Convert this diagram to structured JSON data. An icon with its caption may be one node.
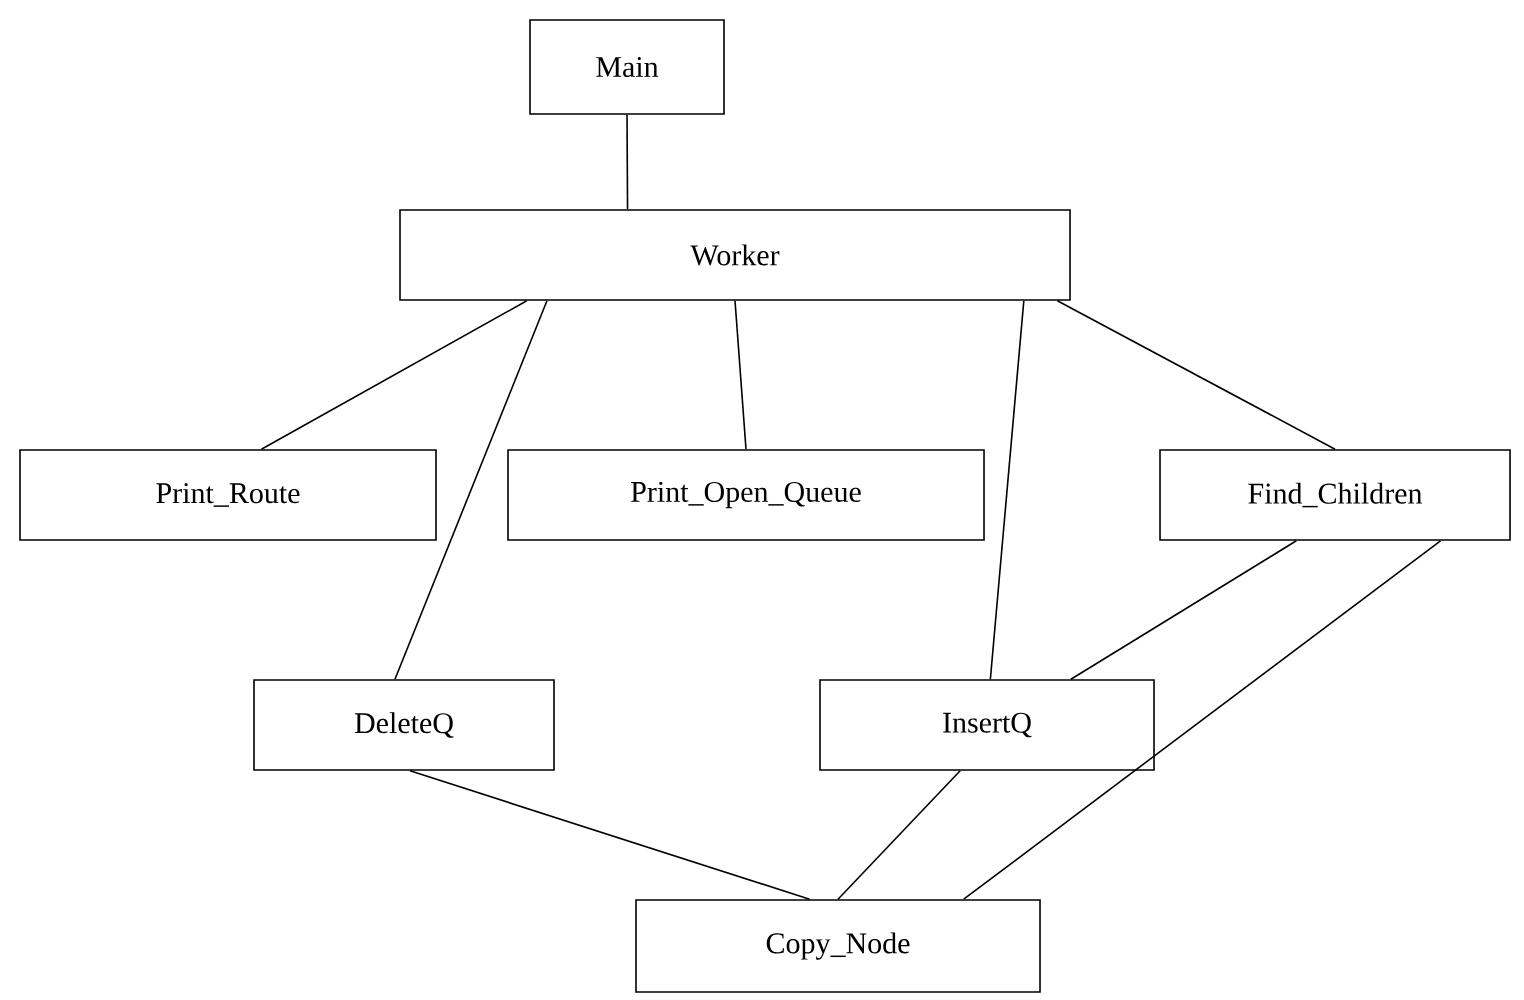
{
  "diagram": {
    "nodes": [
      {
        "text": [
          "Main"
        ]
      },
      {
        "text": [
          "Worker"
        ]
      },
      {
        "text": [
          "Print_Route"
        ]
      },
      {
        "text": [
          "Print_Open_Queue"
        ]
      },
      {
        "text": [
          "Find_Children"
        ]
      },
      {
        "text": [
          "DeleteQ"
        ]
      },
      {
        "text": [
          "InsertQ"
        ]
      },
      {
        "text": [
          "Copy_Node"
        ]
      }
    ],
    "edges": [
      {
        "from": 0,
        "to": 1,
        "arrow": "none"
      },
      {
        "from": 1,
        "to": 2,
        "arrow": "none"
      },
      {
        "from": 1,
        "to": 3,
        "arrow": "none"
      },
      {
        "from": 1,
        "to": 5,
        "arrow": "none"
      },
      {
        "from": 1,
        "to": 6,
        "arrow": "none"
      },
      {
        "from": 1,
        "to": 4,
        "arrow": "none"
      },
      {
        "from": 4,
        "to": 6,
        "arrow": "none"
      },
      {
        "from": 4,
        "to": 7,
        "arrow": "none"
      },
      {
        "from": 5,
        "to": 7,
        "arrow": "none"
      },
      {
        "from": 6,
        "to": 7,
        "arrow": "none"
      }
    ]
  }
}
